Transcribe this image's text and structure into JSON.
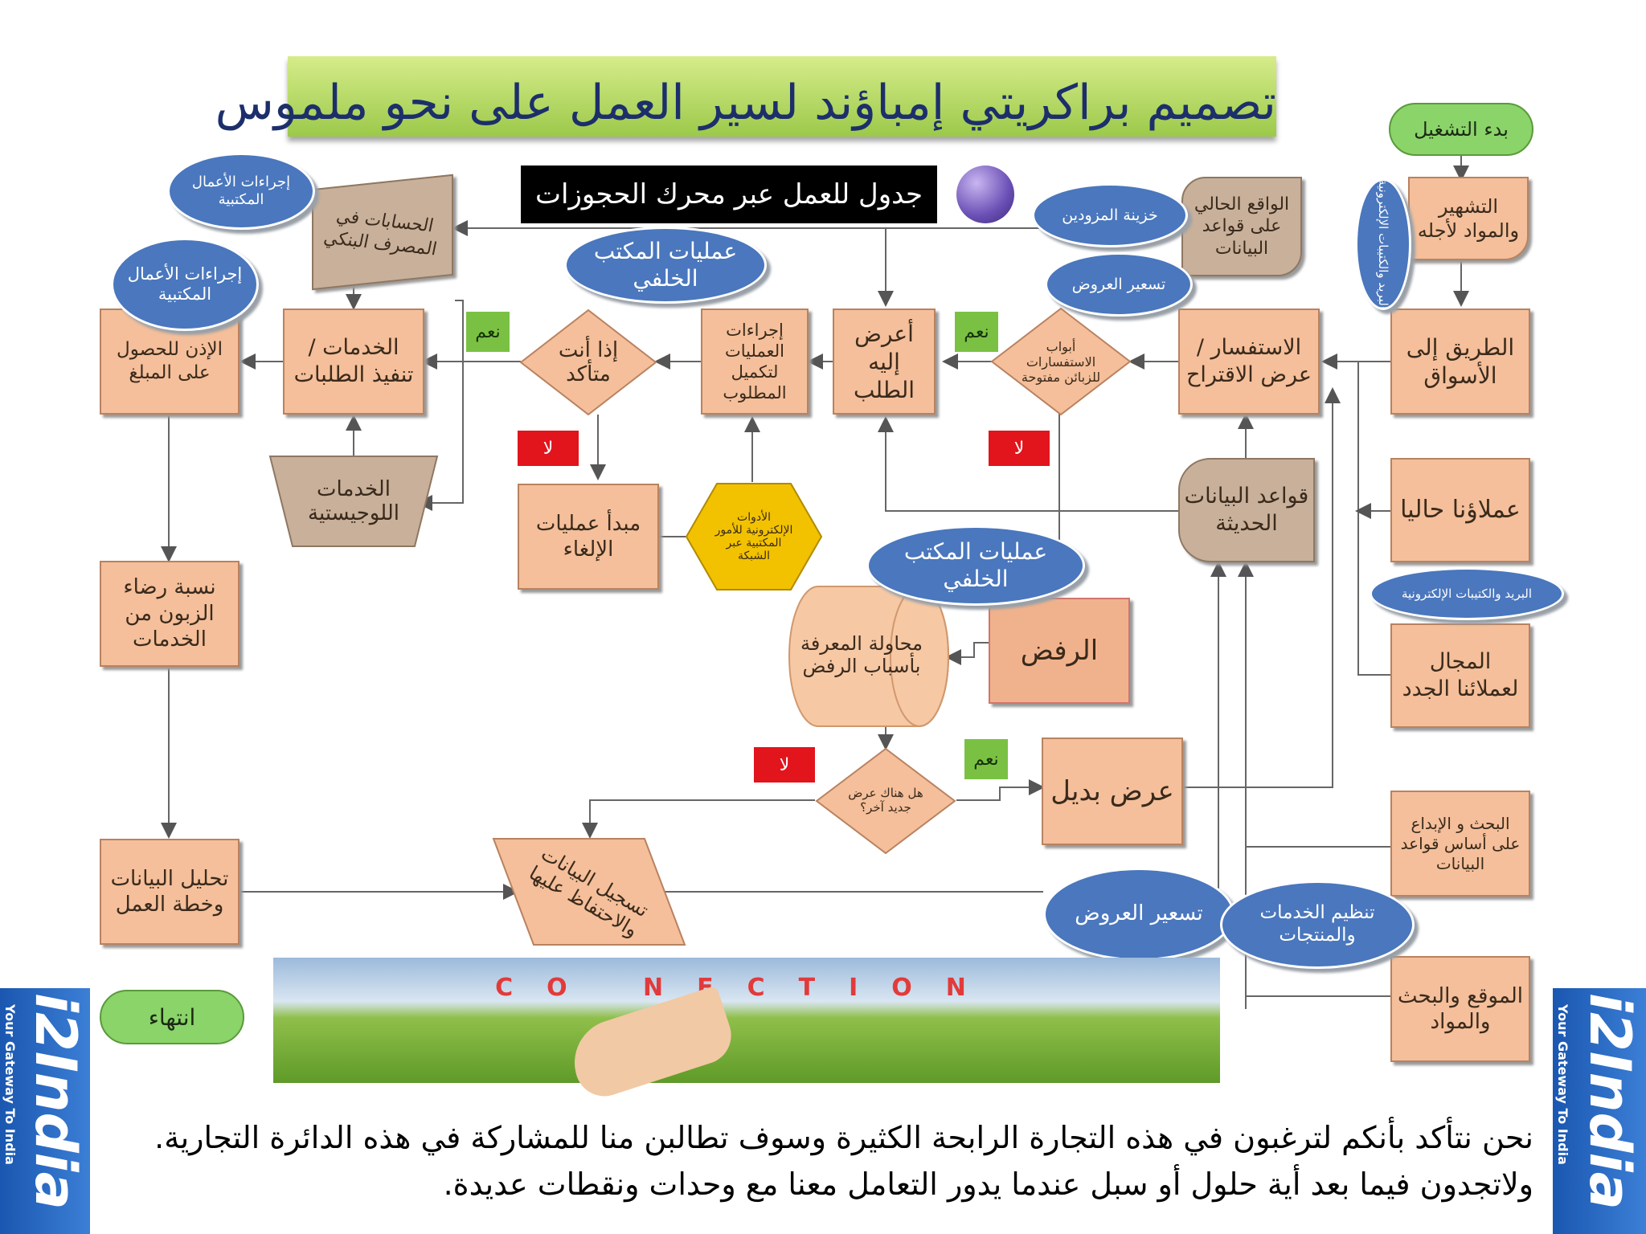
{
  "title": "تصميم براكريتي إمباؤند لسير العمل على نحو ملموس",
  "subtitle_bar": "جدول للعمل عبر محرك الحجوزات",
  "start_label": "بدء التشغيل",
  "end_label": "انتهاء",
  "boxes": {
    "advertising": "التشهير والمواد لأجله",
    "path_to_markets": "الطريق إلى الأسواق",
    "current_clients": "عملاؤنا حاليا",
    "new_clients_field": "المجال لعملائنا الجدد",
    "research_creativity": "البحث و الإبداع على أساس قواعد البيانات",
    "website_search": "الموقع والبحث والمواد",
    "current_reality_db": "الواقع الحالي على قواعد البيانات",
    "inquiry_offer": "الاستفسار / عرض الاقتراح",
    "modern_databases": "قواعد البيانات الحديثة",
    "present_request": "أعرض إليه الطلب",
    "procedures_complete": "إجراءات العمليات لتكميل المطلوب",
    "cancellation_principle": "مبدأ عمليات الإلغاء",
    "services_execute": "الخدمات / تنفيذ الطلبات",
    "bank_accounts": "الحسابات في المصرف البنكي",
    "logistic_services": "الخدمات اللوجيستية",
    "permission_amount": "الإذن للحصول على المبلغ",
    "customer_satisfaction": "نسبة رضاء الزبون من الخدمات",
    "data_analysis": "تحليل البيانات وخطة العمل",
    "record_data": "تسجيل البيانات والاحتفاظ عليها",
    "alternative_offer": "عرض بديل",
    "rejection": "الرفض",
    "know_reasons": "محاولة المعرفة بأسباب الرفض",
    "electronic_tools": "الأدوات الإلكترونية للأمور المكتبية عبر الشبكة",
    "customer_inquiry_gates": "أبواب الاستفسارات للزبائن مفتوحة",
    "if_sure": "إذا أنت متأكد",
    "new_offer_question": "هل هناك عرض جديد آخر؟"
  },
  "decisions": {
    "yes": "نعم",
    "no": "لا"
  },
  "bubbles": {
    "office_procedures_1": "إجراءات الأعمال المكتبية",
    "office_procedures_2": "إجراءات الأعمال المكتبية",
    "back_office_1": "عمليات المكتب الخلفي",
    "back_office_2": "عمليات المكتب الخلفي",
    "suppliers_vault": "خزينة المزودين",
    "offer_pricing": "تسعير العروض",
    "mail_ebooks_vertical": "البريد والكتيبات الإلكترونية",
    "mail_ebooks": "البريد والكتيبات الإلكترونية",
    "pricing_bottom": "تسعير العروض",
    "organize_services": "تنظيم الخدمات والمنتجات"
  },
  "photo_caption": "CO  NECTION",
  "logo": {
    "brand": "i2India",
    "tagline": "Your Gateway To India"
  },
  "bottom_text": "نحن نتأكد بأنكم لترغبون في هذه التجارة الرابحة الكثيرة وسوف تطالبن منا للمشاركة في هذه الدائرة التجارية. ولاتجدون فيما بعد أية حلول أو سبل عندما يدور التعامل معنا مع وحدات ونقطات عديدة.",
  "colors": {
    "box_fill": "#f4bf9a",
    "tan_fill": "#c8b09a",
    "bubble_fill": "#4a77bd",
    "banner_green": "#9cc94a",
    "title_navy": "#1c2f6b",
    "yes_green": "#7ac143",
    "no_red": "#e2141c",
    "diamond_fill": "#f4bf9a",
    "hexagon_fill": "#f2c200"
  }
}
